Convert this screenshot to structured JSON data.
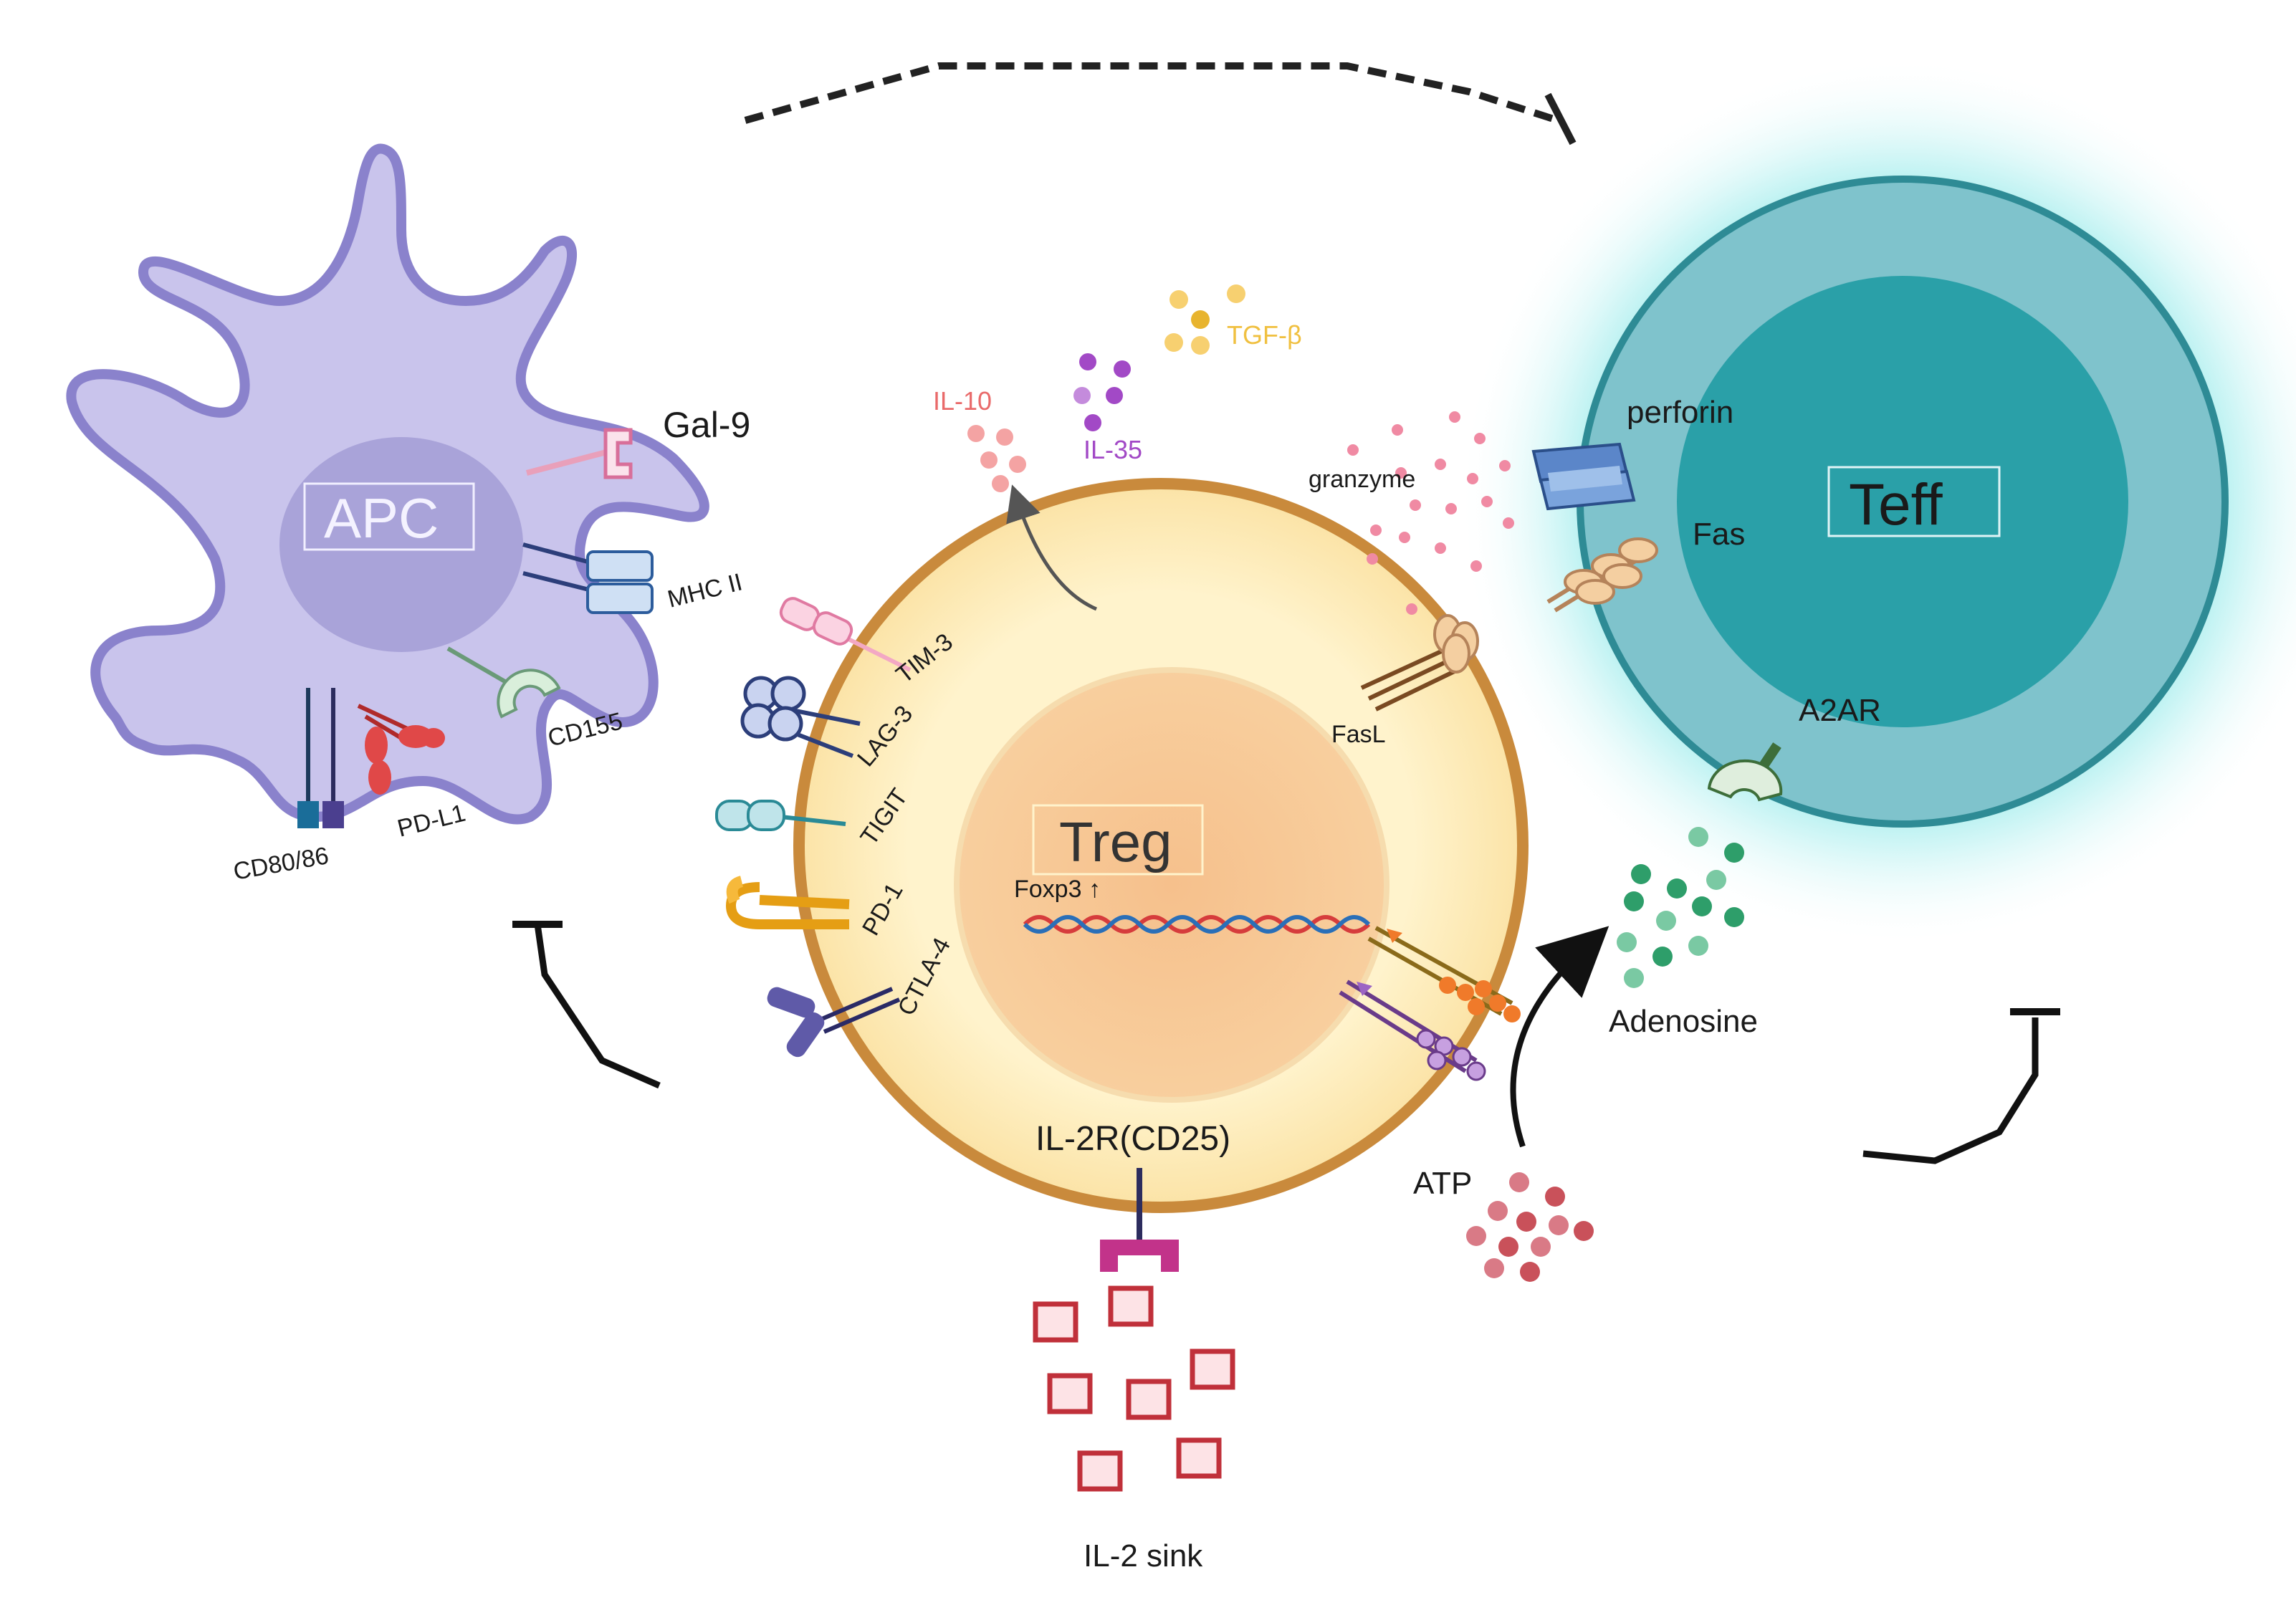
{
  "cells": {
    "apc": "APC",
    "treg": "Treg",
    "teff": "Teff"
  },
  "apc_molecules": {
    "gal9": "Gal-9",
    "mhc2": "MHC II",
    "cd155": "CD155",
    "pdl1": "PD-L1",
    "cd8086": "CD80/86"
  },
  "treg_receptors": {
    "tim3": "TIM-3",
    "lag3": "LAG-3",
    "tigit": "TIGIT",
    "pd1": "PD-1",
    "ctla4": "CTLA-4",
    "fasl": "FasL",
    "il2r": "IL-2R(CD25)"
  },
  "nucleus": {
    "foxp3": "Foxp3 ↑"
  },
  "secreted": {
    "il10": "IL-10",
    "il35": "IL-35",
    "tgfb": "TGF-β",
    "granzyme": "granzyme"
  },
  "teff_molecules": {
    "perforin": "perforin",
    "fas": "Fas",
    "a2ar": "A2AR"
  },
  "metabolites": {
    "adenosine": "Adenosine",
    "atp": "ATP",
    "il2_sink": "IL-2 sink"
  },
  "colors": {
    "apc_body": "#c9c4ec",
    "apc_nucleus": "#a9a3d9",
    "treg_body": "#fdeebf",
    "treg_border": "#c98a3c",
    "treg_nucleus": "#f8c48f",
    "teff_glow": "#3fd6d6",
    "teff_body": "#7fc3cc",
    "teff_nucleus": "#2aa0a8",
    "il10": "#e96a6a",
    "il35": "#a249c6",
    "tgfb": "#f0c040",
    "adenosine": "#2e9e6a",
    "atp": "#c9515a",
    "il2": "#c0303a"
  }
}
